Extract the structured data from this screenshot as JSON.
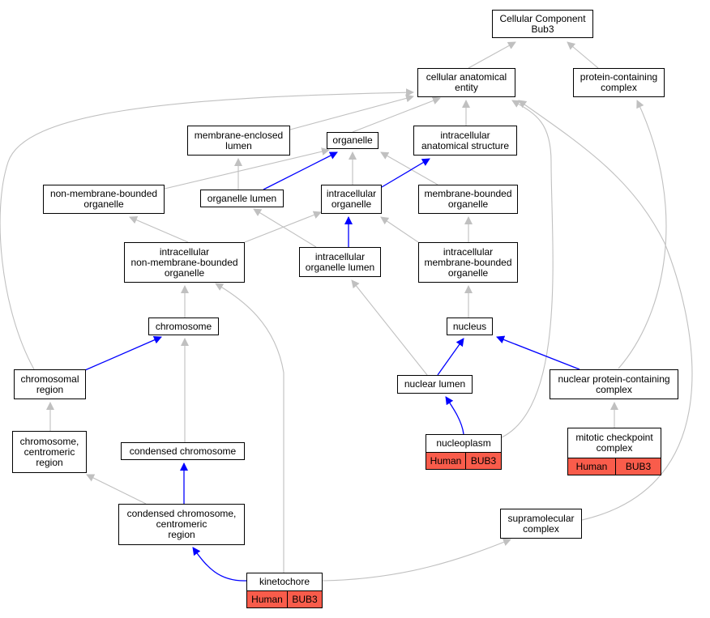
{
  "nodes": {
    "cc_bub3": [
      "Cellular Component",
      "Bub3"
    ],
    "cae": [
      "cellular anatomical",
      "entity"
    ],
    "pcc": [
      "protein-containing",
      "complex"
    ],
    "mel": [
      "membrane-enclosed",
      "lumen"
    ],
    "organelle": [
      "organelle"
    ],
    "ias": [
      "intracellular",
      "anatomical structure"
    ],
    "nmbo": [
      "non-membrane-bounded",
      "organelle"
    ],
    "olumen": [
      "organelle lumen"
    ],
    "io": [
      "intracellular",
      "organelle"
    ],
    "mbo": [
      "membrane-bounded",
      "organelle"
    ],
    "inmbo": [
      "intracellular",
      "non-membrane-bounded",
      "organelle"
    ],
    "iol": [
      "intracellular",
      "organelle lumen"
    ],
    "imbo": [
      "intracellular",
      "membrane-bounded",
      "organelle"
    ],
    "chromosome": [
      "chromosome"
    ],
    "nucleus": [
      "nucleus"
    ],
    "chr_region": [
      "chromosomal",
      "region"
    ],
    "nuclear_lumen": [
      "nuclear lumen"
    ],
    "npcc": [
      "nuclear protein-containing",
      "complex"
    ],
    "chr_centro": [
      "chromosome,",
      "centromeric",
      "region"
    ],
    "condensed": [
      "condensed chromosome"
    ],
    "nucleoplasm": [
      "nucleoplasm"
    ],
    "mcc": [
      "mitotic checkpoint",
      "complex"
    ],
    "ccc": [
      "condensed chromosome,",
      "centromeric",
      "region"
    ],
    "supra": [
      "supramolecular",
      "complex"
    ],
    "kinetochore": [
      "kinetochore"
    ]
  },
  "annotations": {
    "nucleoplasm": [
      "Human",
      "BUB3"
    ],
    "mcc": [
      "Human",
      "BUB3"
    ],
    "kinetochore": [
      "Human",
      "BUB3"
    ]
  },
  "colors": {
    "is_a_edge": "#c0c0c0",
    "part_of_edge": "#0000ff",
    "annotation_fill": "#f95c4b"
  }
}
